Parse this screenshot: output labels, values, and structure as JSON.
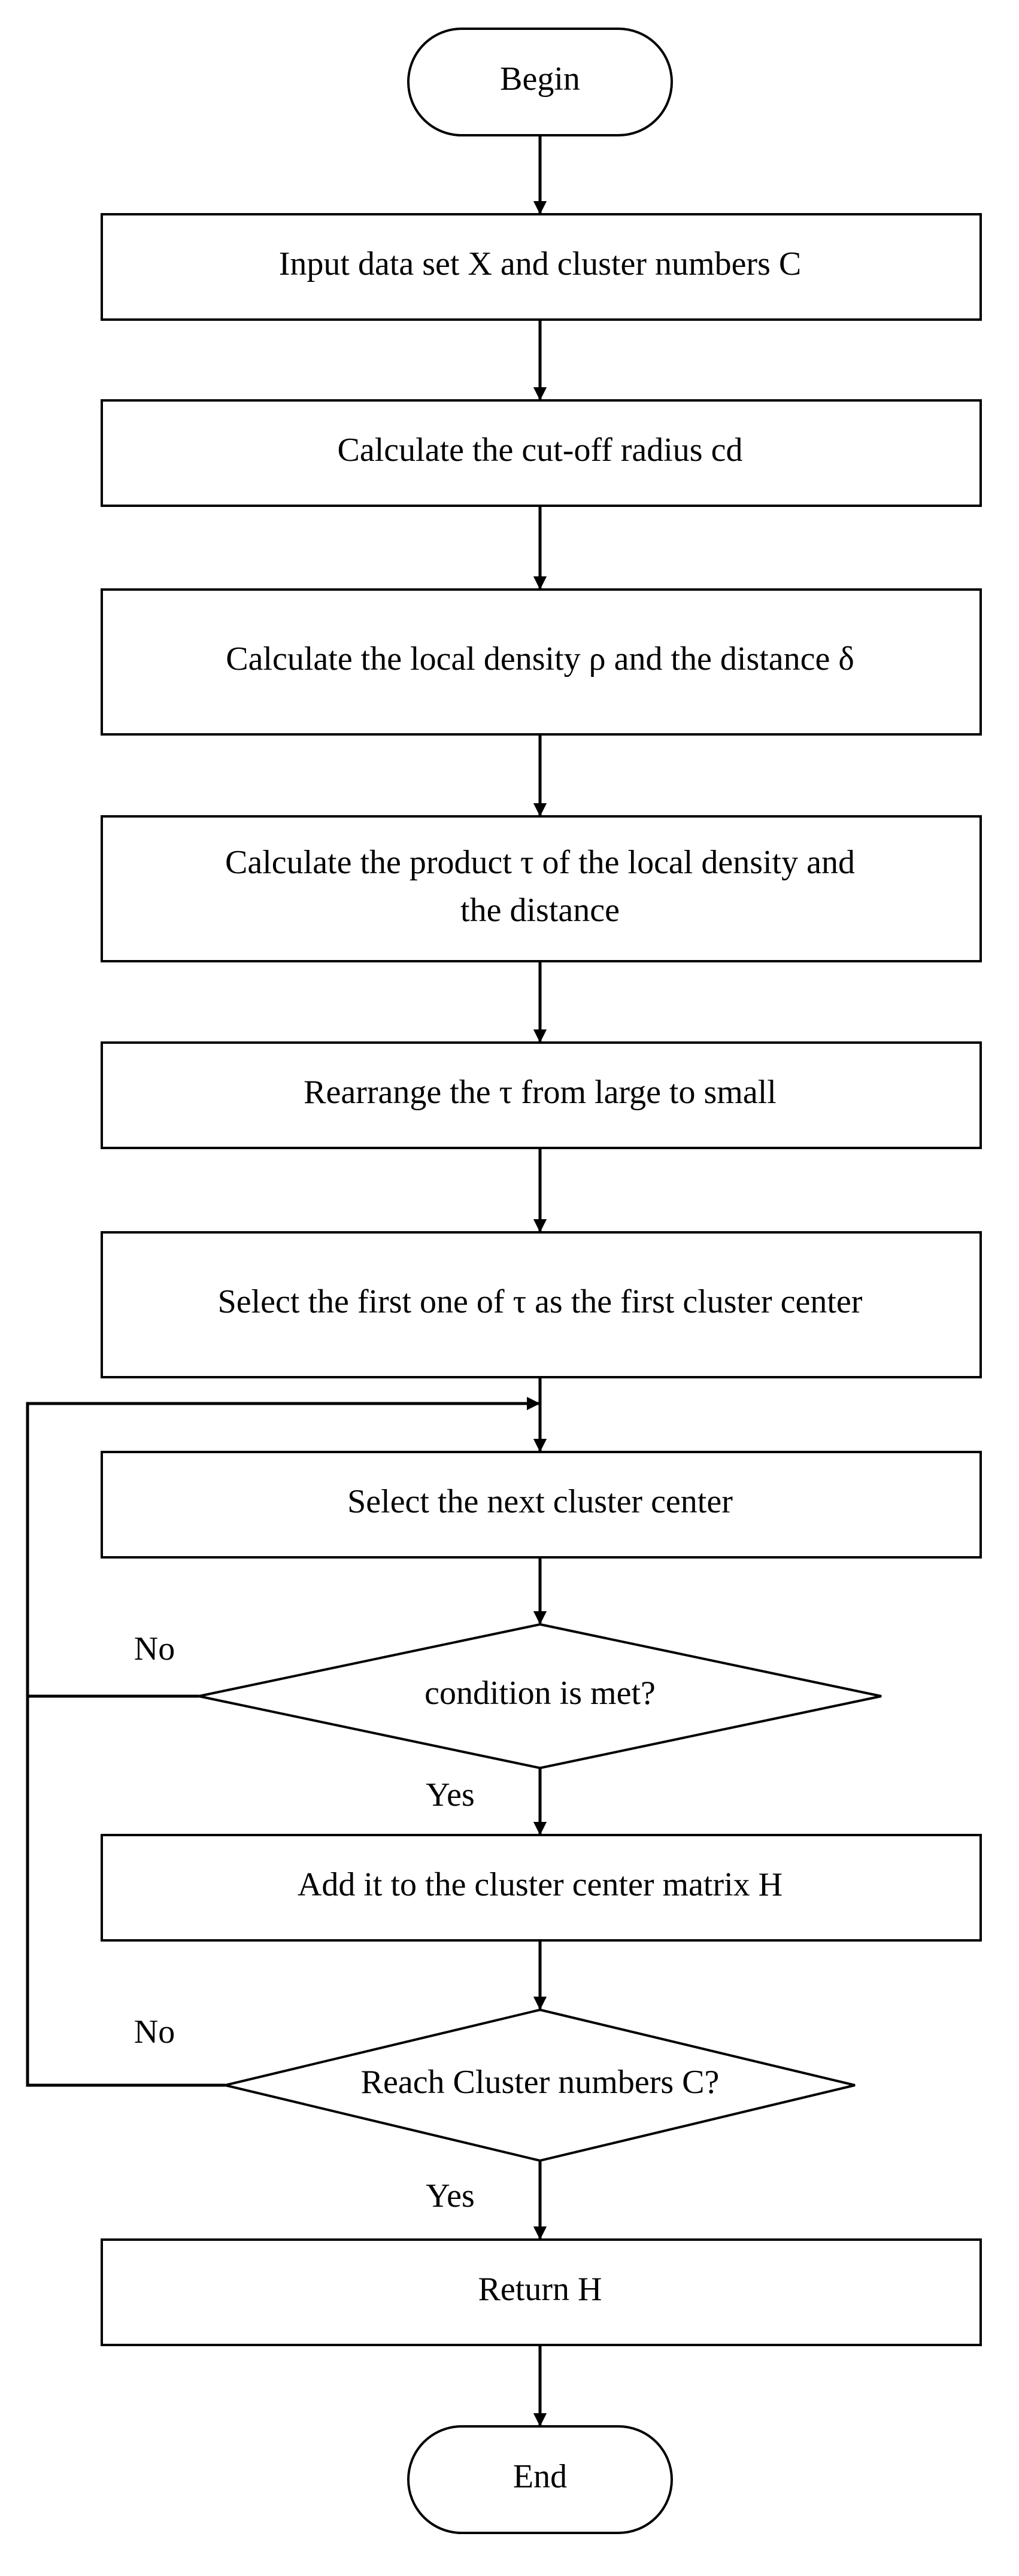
{
  "flowchart": {
    "begin": "Begin",
    "step_input": "Input data set X and cluster numbers C",
    "step_cutoff": "Calculate the cut-off radius cd",
    "step_density": "Calculate the local density ρ and the distance δ",
    "step_product_line1": "Calculate the product τ of the local density and",
    "step_product_line2": "the distance",
    "step_rearrange": "Rearrange the τ from large to small",
    "step_select_first": "Select the first one of τ as the first cluster center",
    "step_select_next": "Select the next cluster center",
    "decision_condition": "condition is met?",
    "step_add": "Add it to the cluster center matrix H",
    "decision_reach": "Reach Cluster numbers C?",
    "step_return": "Return H",
    "end": "End",
    "label_no_1": "No",
    "label_yes_1": "Yes",
    "label_no_2": "No",
    "label_yes_2": "Yes"
  }
}
